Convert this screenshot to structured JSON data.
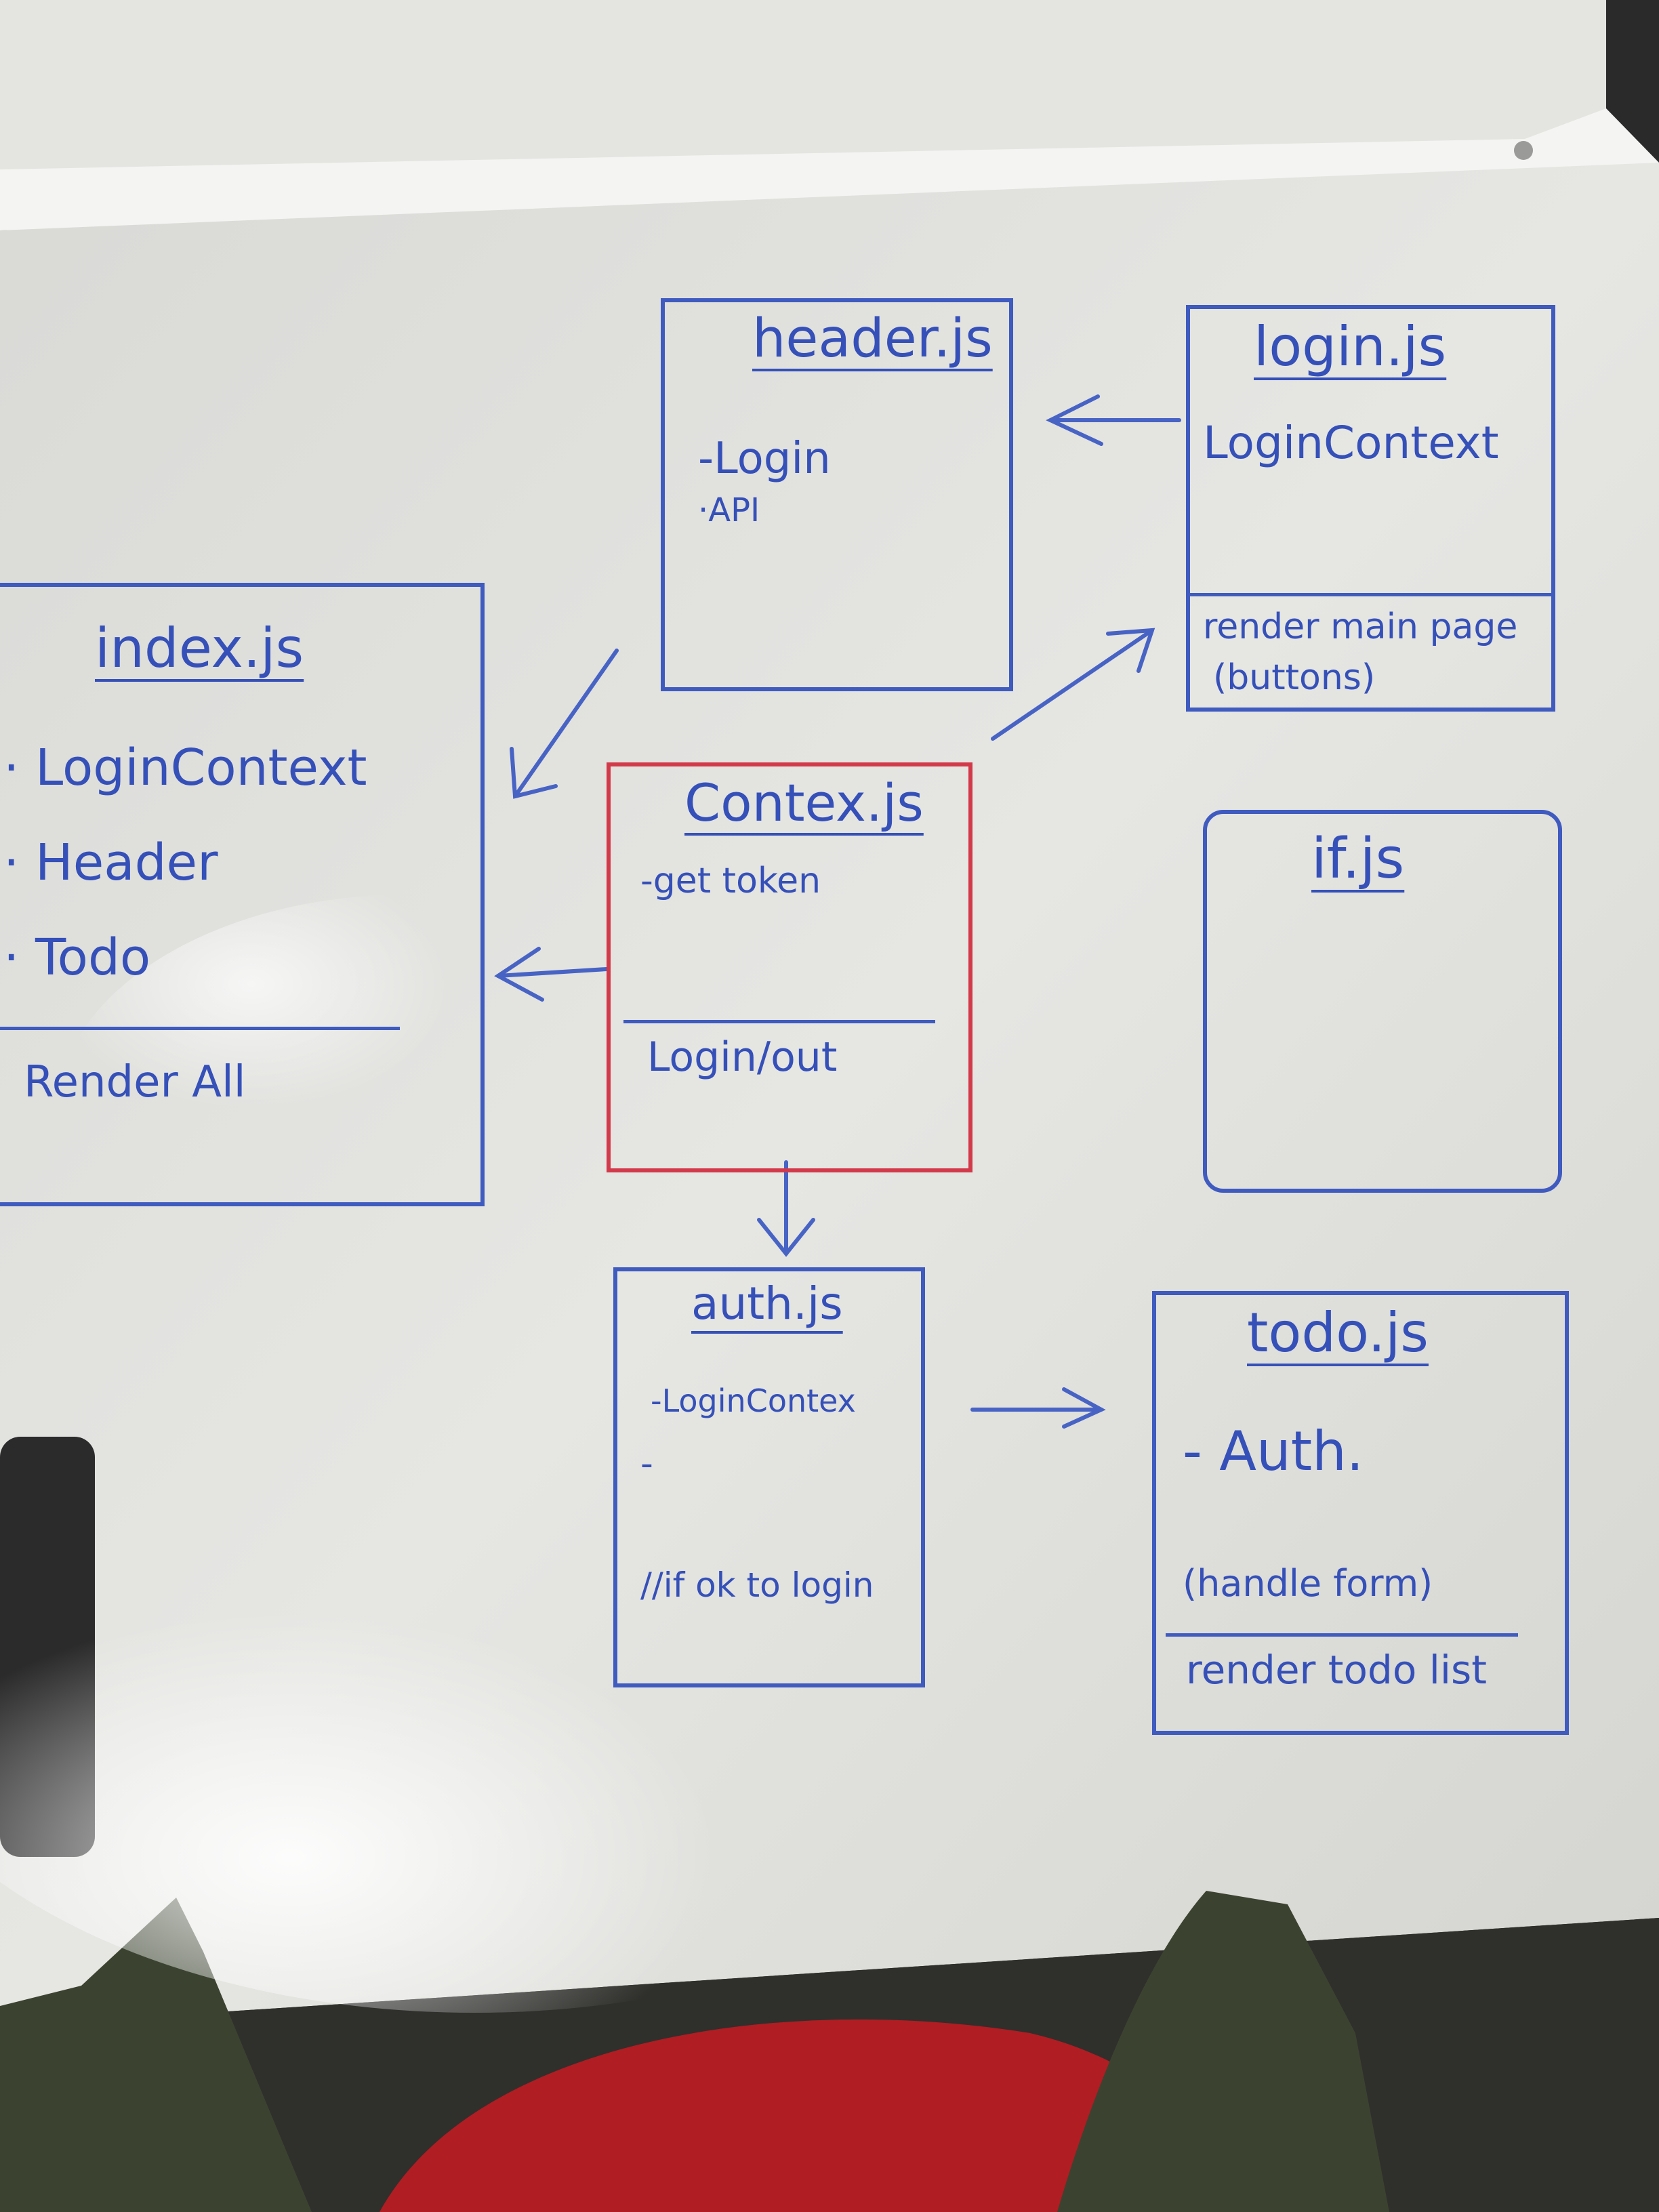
{
  "colors": {
    "board": "#e9e9e6",
    "marker_blue": "#3f5bbf",
    "marker_red": "#d23a4a",
    "frame": "#f3f3f1",
    "jacket": "#3b4330",
    "shirt": "#b01d22"
  },
  "boxes": {
    "header": {
      "title": "header.js",
      "items": [
        "-Login",
        "·API"
      ]
    },
    "login": {
      "title": "login.js",
      "items": [
        "LoginContext"
      ],
      "bottom": [
        "render main page",
        "(buttons)"
      ]
    },
    "index": {
      "title": "index.js",
      "items": [
        "· LoginContext",
        "· Header",
        "· Todo"
      ],
      "bottom": [
        "Render All"
      ]
    },
    "context": {
      "title": "Contex.js",
      "items": [
        "-get token"
      ],
      "bottom": [
        "Login/out"
      ]
    },
    "if": {
      "title": "if.js"
    },
    "auth": {
      "title": "auth.js",
      "items": [
        "-LoginContex",
        "-",
        "//if ok to login"
      ]
    },
    "todo": {
      "title": "todo.js",
      "items": [
        "- Auth."
      ],
      "bottom": [
        "(handle form)",
        "render todo list"
      ]
    }
  }
}
